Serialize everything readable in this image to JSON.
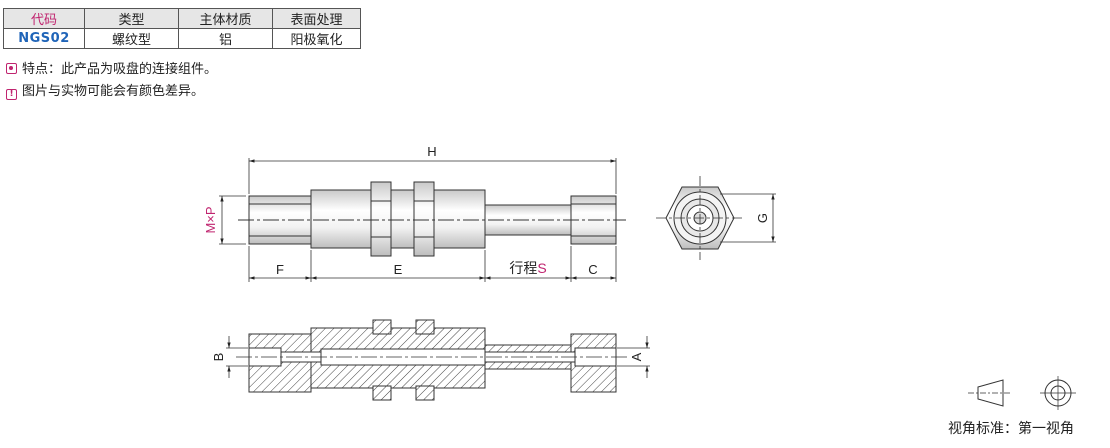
{
  "table": {
    "headers": [
      "代码",
      "类型",
      "主体材质",
      "表面处理"
    ],
    "row": [
      "NGS02",
      "螺纹型",
      "铝",
      "阳极氧化"
    ]
  },
  "notes": {
    "feature": "特点：此产品为吸盘的连接组件。",
    "warning": "图片与实物可能会有颜色差异。"
  },
  "dims": {
    "H": "H",
    "MxP": "M×P",
    "F": "F",
    "E": "E",
    "S_prefix": "行程",
    "S": "S",
    "C": "C",
    "G": "G",
    "B": "B",
    "A": "A"
  },
  "view_label": "视角标准：第一视角",
  "colors": {
    "accent": "#c0246f",
    "code_blue": "#1f64b8",
    "header_bg": "#e6e6e6"
  }
}
